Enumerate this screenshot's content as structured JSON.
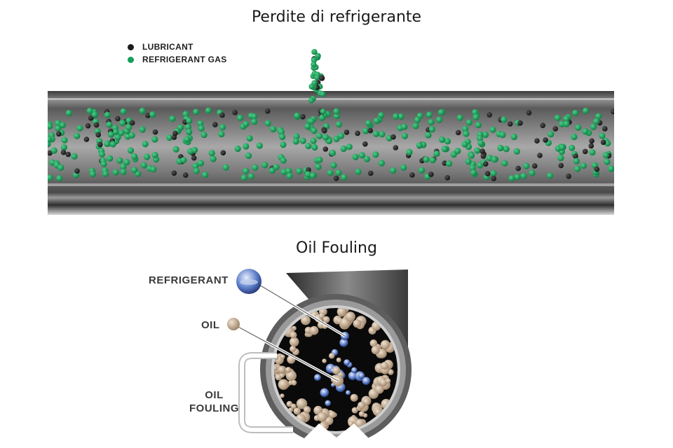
{
  "section1": {
    "title": "Perdite di refrigerante",
    "legend": [
      {
        "label": "LUBRICANT",
        "color": "#1c1c1c"
      },
      {
        "label": "REFRIGERANT GAS",
        "color": "#12a05a"
      }
    ]
  },
  "section2": {
    "title": "Oil Fouling",
    "labels": {
      "refrigerant": "REFRIGERANT",
      "oil": "OIL",
      "fouling_line1": "OIL",
      "fouling_line2": "FOULING"
    }
  },
  "colors": {
    "gas": "#12a05a",
    "lubricant": "#1c1c1c",
    "oil": "#c9b49a",
    "refrigerant_bubble": "#3c5aa0",
    "pipe": "#5a5a5a"
  }
}
